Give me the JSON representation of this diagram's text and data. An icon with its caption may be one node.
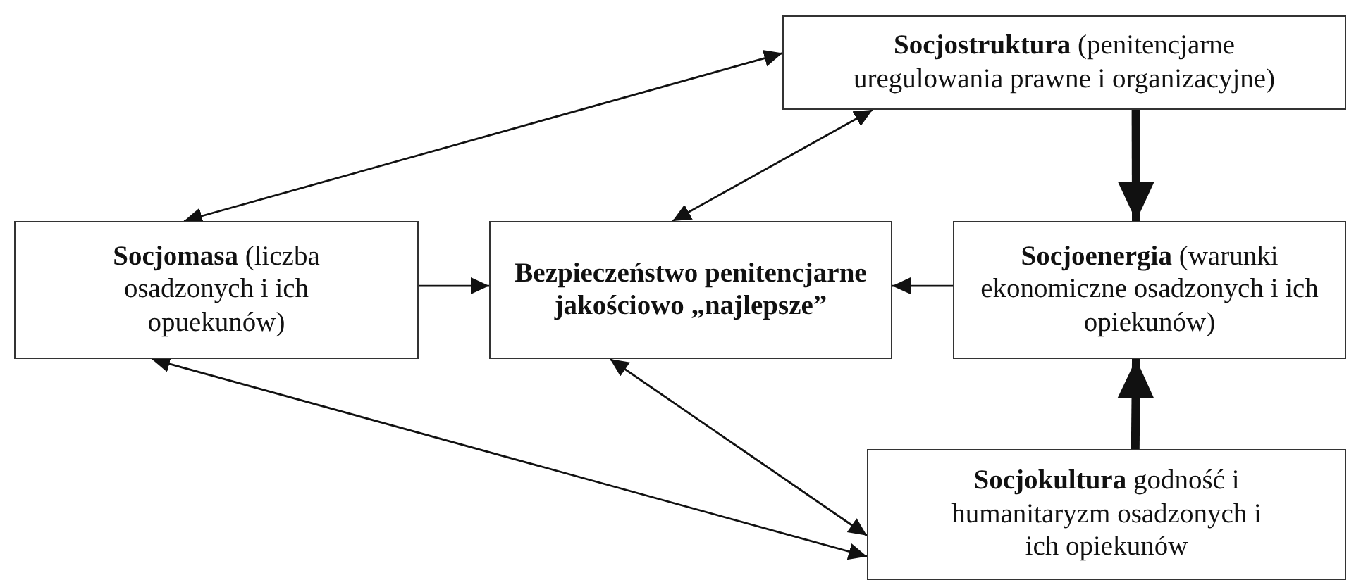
{
  "diagram": {
    "nodes": [
      {
        "text": [
          "**Socjostruktura** (penitencjarne uregulowania prawne i organizacyjne)"
        ]
      },
      {
        "text": [
          "**Socjomasa** (liczba osadzonych i ich opuekunów)"
        ]
      },
      {
        "text": [
          "Bezpieczeństwo penitencjarne jakościowo „najlepsze”"
        ]
      },
      {
        "text": [
          "**Socjoenergia** (warunki ekonomiczne osadzonych i ich opiekunów)"
        ]
      },
      {
        "text": [
          "**Socjokultura** godność i humanitaryzm osadzonych i ich opiekunów"
        ]
      }
    ],
    "edges": [
      {
        "from": 1,
        "to": 0,
        "arrow": "both"
      },
      {
        "from": 2,
        "to": 0,
        "arrow": "both"
      },
      {
        "from": 1,
        "to": 2,
        "arrow": "to"
      },
      {
        "from": 3,
        "to": 2,
        "arrow": "to"
      },
      {
        "from": 0,
        "to": 3,
        "arrow": "to",
        "style": "thick"
      },
      {
        "from": 4,
        "to": 3,
        "arrow": "to",
        "style": "thick"
      },
      {
        "from": 2,
        "to": 4,
        "arrow": "both"
      },
      {
        "from": 1,
        "to": 4,
        "arrow": "both"
      }
    ]
  }
}
